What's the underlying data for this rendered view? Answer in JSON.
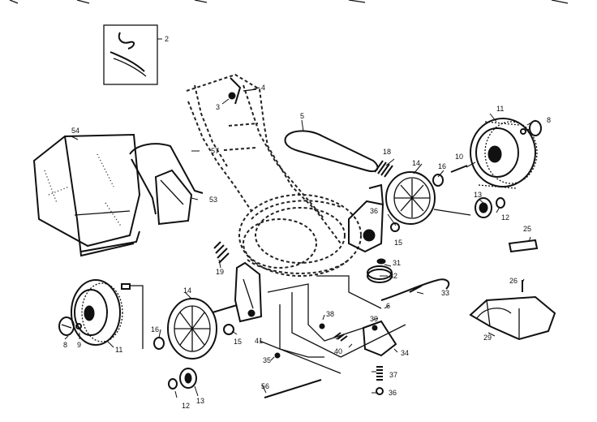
{
  "callouts": {
    "c2": "2",
    "c3": "3",
    "c4": "4",
    "c5": "5",
    "c6": "6",
    "c8a": "8",
    "c8b": "8",
    "c9": "9",
    "c10": "10",
    "c11a": "11",
    "c11b": "11",
    "c12a": "12",
    "c12b": "12",
    "c13a": "13",
    "c13b": "13",
    "c14a": "14",
    "c14b": "14",
    "c15a": "15",
    "c15b": "15",
    "c16a": "16",
    "c16b": "16",
    "c18": "18",
    "c19": "19",
    "c25": "25",
    "c26": "26",
    "c29": "29",
    "c31": "31",
    "c32": "32",
    "c33": "33",
    "c34": "34",
    "c35": "35",
    "c36a": "36",
    "c36b": "36",
    "c37": "37",
    "c38": "38",
    "c39": "39",
    "c40": "40",
    "c41": "41",
    "c53": "53",
    "c54": "54",
    "c56": "56",
    "c57": "57"
  }
}
